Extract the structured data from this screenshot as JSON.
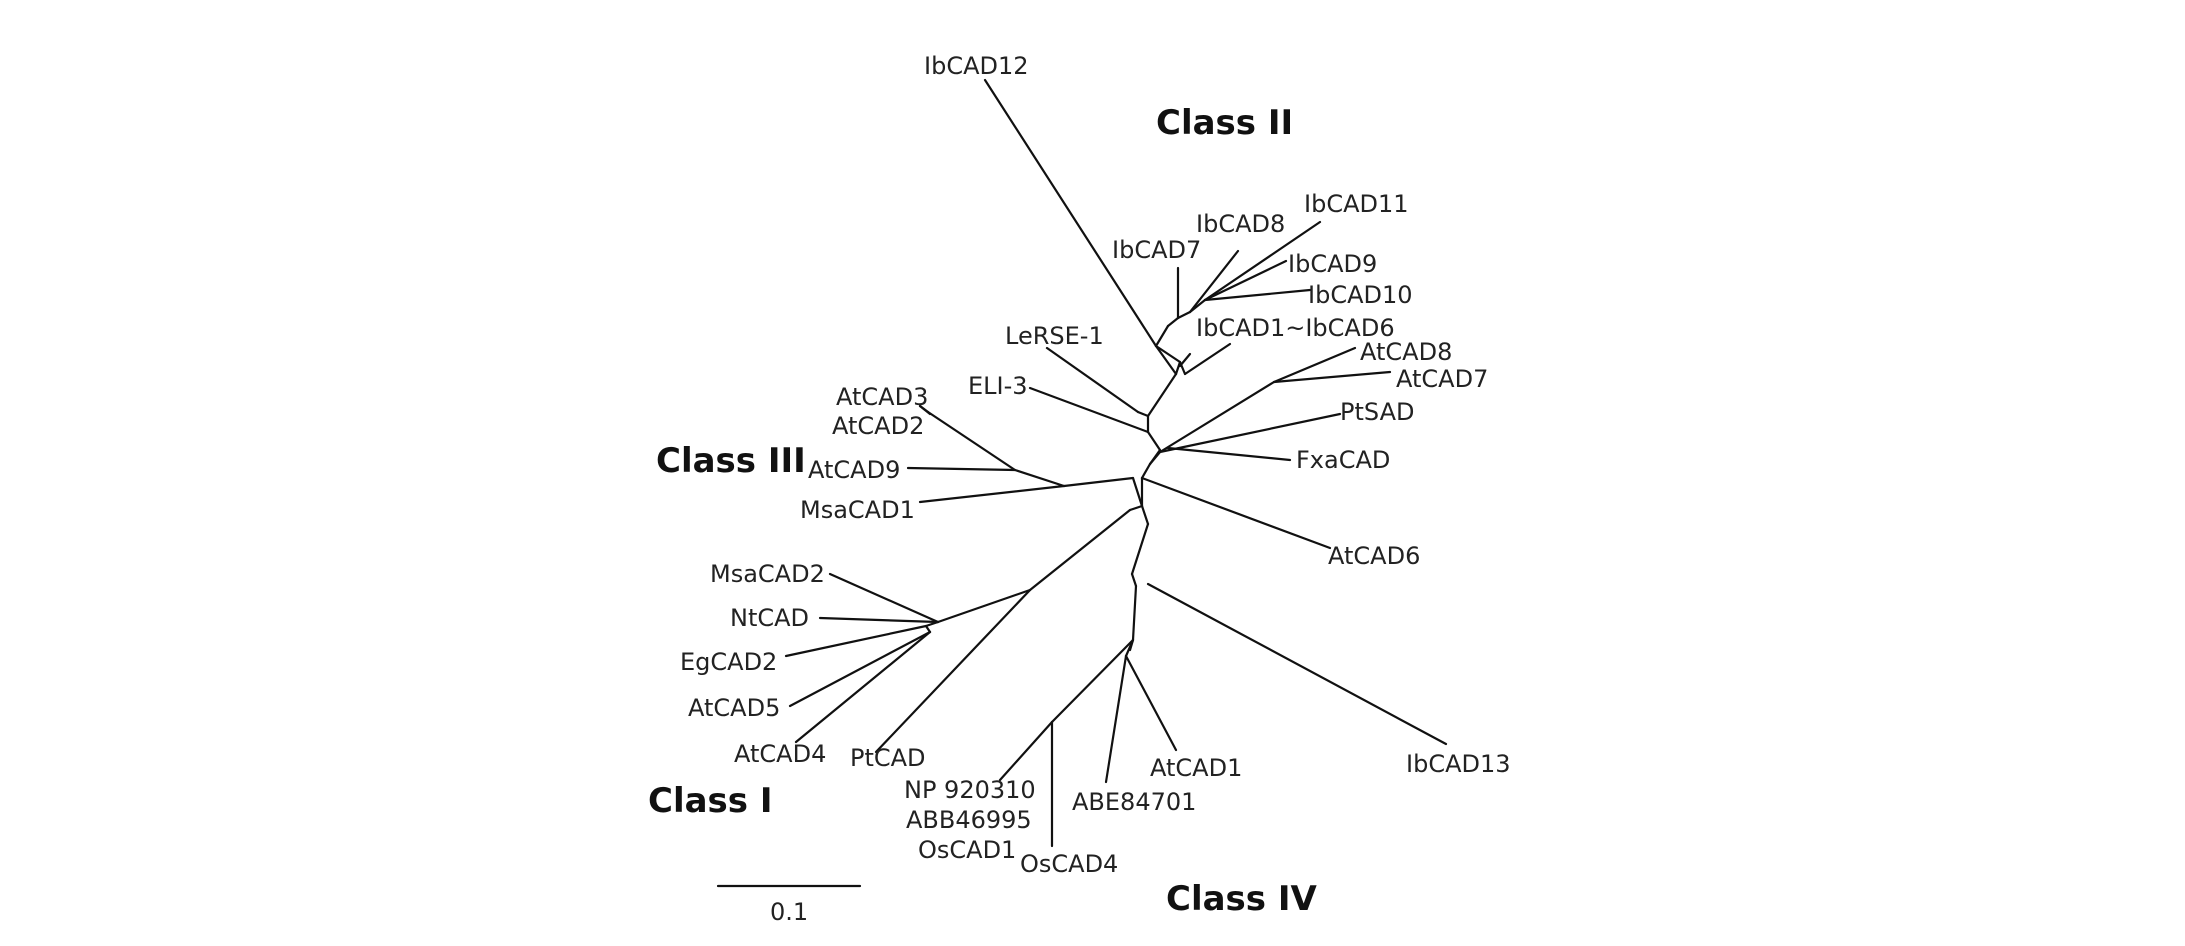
{
  "leaves": {
    "IbCAD12": "IbCAD12",
    "IbCAD11": "IbCAD11",
    "IbCAD8": "IbCAD8",
    "IbCAD7": "IbCAD7",
    "IbCAD9": "IbCAD9",
    "IbCAD10": "IbCAD10",
    "IbCAD1_6": "IbCAD1~IbCAD6",
    "LeRSE1": "LeRSE-1",
    "ELI3": "ELI-3",
    "AtCAD8": "AtCAD8",
    "AtCAD7": "AtCAD7",
    "PtSAD": "PtSAD",
    "FxaCAD": "FxaCAD",
    "AtCAD3": "AtCAD3",
    "AtCAD2": "AtCAD2",
    "AtCAD9": "AtCAD9",
    "MsaCAD1": "MsaCAD1",
    "AtCAD6": "AtCAD6",
    "MsaCAD2": "MsaCAD2",
    "NtCAD": "NtCAD",
    "EgCAD2": "EgCAD2",
    "AtCAD5": "AtCAD5",
    "AtCAD4": "AtCAD4",
    "PtCAD": "PtCAD",
    "NP920310": "NP 920310",
    "ABB46995": "ABB46995",
    "OsCAD1": "OsCAD1",
    "OsCAD4": "OsCAD4",
    "ABE84701": "ABE84701",
    "AtCAD1": "AtCAD1",
    "IbCAD13": "IbCAD13"
  },
  "classes": {
    "class_I": "Class I",
    "class_II": "Class II",
    "class_III": "Class III",
    "class_IV": "Class IV"
  },
  "scale_bar": {
    "label": "0.1"
  }
}
